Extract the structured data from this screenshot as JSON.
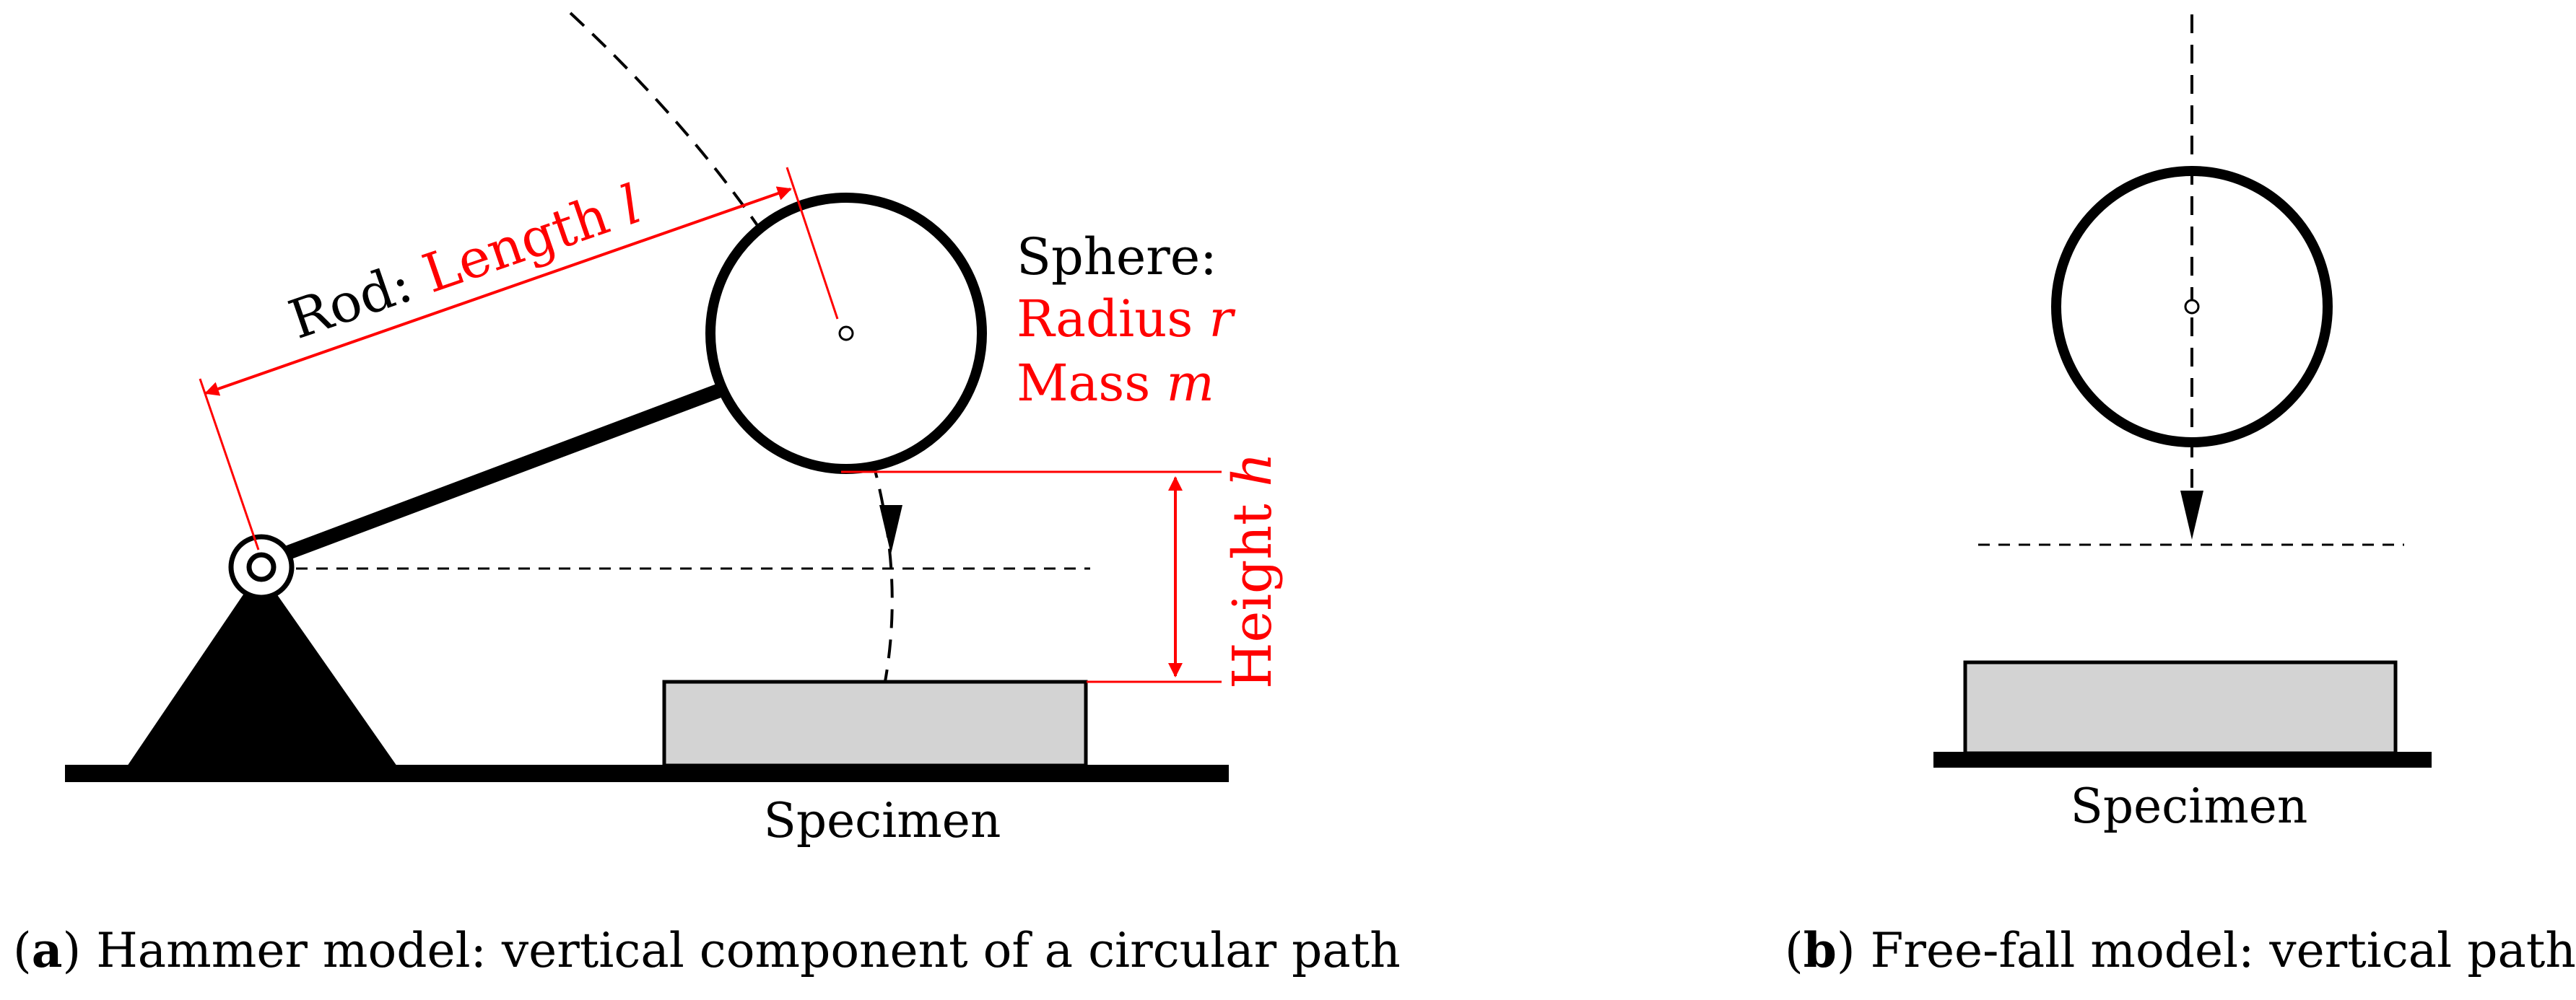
{
  "panel_a": {
    "rod_prefix": "Rod: ",
    "rod_length_word": "Length ",
    "rod_length_symbol": "l",
    "sphere_label": "Sphere:",
    "radius_word": "Radius ",
    "radius_symbol": "r",
    "mass_word": "Mass ",
    "mass_symbol": "m",
    "height_word": "Height ",
    "height_symbol": "h",
    "specimen_label": "Specimen",
    "caption_letter": "a",
    "caption_text": " Hammer model: vertical component of a circular path"
  },
  "panel_b": {
    "specimen_label": "Specimen",
    "caption_letter": "b",
    "caption_text": " Free-fall model: vertical path"
  },
  "colors": {
    "annotation": "#ff0000",
    "specimen_fill": "#d3d3d3",
    "ink": "#000000"
  }
}
